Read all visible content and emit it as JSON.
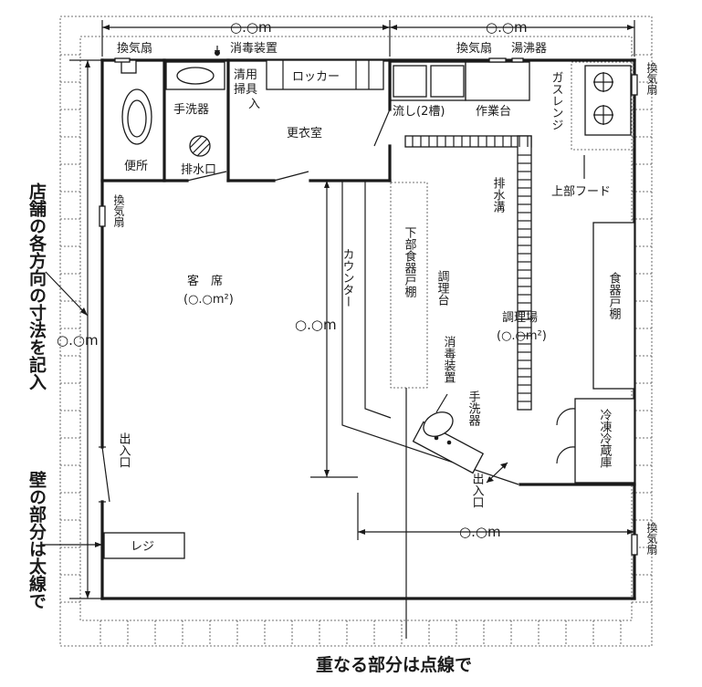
{
  "dims": {
    "top_left": "○.○m",
    "top_right": "○.○m",
    "left_height": "○.○m",
    "counter_depth": "○.○m",
    "bottom_run": "○.○m"
  },
  "rooms": {
    "toilet": "便所",
    "handwash_small": "手洗器",
    "drain_outlet": "排水口",
    "cleaning_tools_1": "清用",
    "cleaning_tools_2": "掃具",
    "cleaning_tools_3": "入",
    "locker": "ロッカー",
    "changing_room": "更衣室",
    "seating": "客　席",
    "seating_area": "(○.○m²)",
    "counter": "カウンター",
    "lower_cupboard": "下部食器戸棚",
    "prep_table": "調理台",
    "kitchen": "調理場",
    "kitchen_area": "(○.○m²)",
    "drain_ditch": "排水溝",
    "dish_cupboard": "食器戸棚",
    "fridge": "冷凍冷蔵庫",
    "register": "レジ",
    "entrance_left": "出入口",
    "entrance_kitchen": "出入口",
    "sink": "流し(2槽)",
    "worktable": "作業台",
    "gas_range": "ガスレンジ",
    "hood": "上部フード",
    "handwash_kitchen": "手洗器",
    "disinfect_kitchen": "消毒装置"
  },
  "equipment_top": {
    "fan_left": "換気扇",
    "disinfect_top": "消毒装置",
    "fan_right": "換気扇",
    "water_heater": "湯沸器"
  },
  "side_fans": {
    "fan_left_wall": "換気扇",
    "fan_right_top": "換気扇",
    "fan_right_bottom": "換気扇"
  },
  "notes": {
    "dimensions_note": "店舗の各方向の寸法を記入",
    "wall_note": "壁の部分は太線で",
    "overlap_note": "重なる部分は点線で"
  }
}
